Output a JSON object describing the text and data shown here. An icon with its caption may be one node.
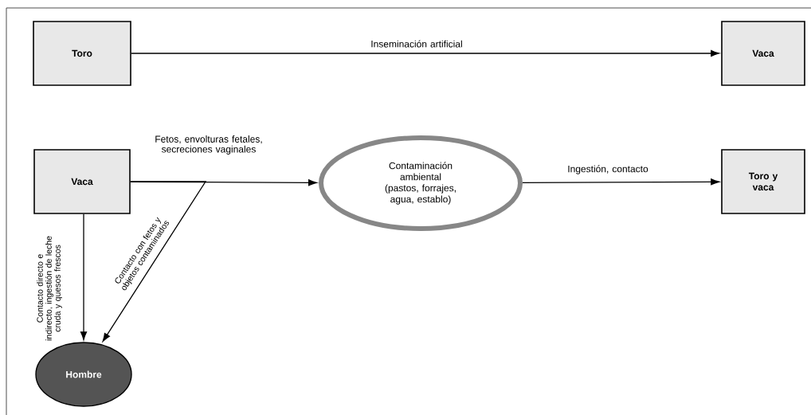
{
  "diagram": {
    "nodes": [
      {
        "text": [
          "Toro"
        ]
      },
      {
        "text": [
          "Vaca"
        ]
      },
      {
        "text": [
          "Vaca"
        ]
      },
      {
        "text": [
          "Contaminación ambiental (pastos, forrajes, agua, establo)"
        ]
      },
      {
        "text": [
          "Toro y vaca"
        ]
      },
      {
        "text": [
          "Hombre"
        ]
      }
    ],
    "edges": [
      {
        "from": 0,
        "to": 1,
        "arrow": "to",
        "label": "Inseminación artificial"
      },
      {
        "from": 2,
        "to": 3,
        "arrow": "to",
        "label": "Fetos, envolturas fetales, secreciones vaginales"
      },
      {
        "from": 3,
        "to": 4,
        "arrow": "to",
        "label": "Ingestión, contacto"
      },
      {
        "from": 2,
        "to": 5,
        "arrow": "to",
        "label": "Contacto directo e indirecto, ingestión de leche cruda y quesos frescos"
      },
      {
        "from": 2,
        "to": 5,
        "arrow": "to",
        "label": "Contacto con fetos y objetos contaminados"
      }
    ]
  }
}
